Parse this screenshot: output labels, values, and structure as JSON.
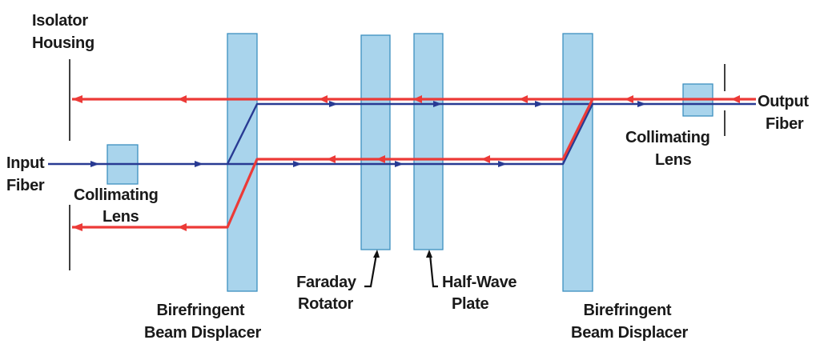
{
  "colors": {
    "forward_beam": "#283a93",
    "backward_beam": "#ec3a37",
    "component_fill": "#a9d4ec",
    "component_stroke": "#3c8fc0",
    "label_text": "#1a1a1a"
  },
  "labels": {
    "isolator_housing": [
      "Isolator",
      "Housing"
    ],
    "input_fiber": [
      "Input",
      "Fiber"
    ],
    "input_lens": [
      "Collimating",
      "Lens"
    ],
    "output_fiber": [
      "Output",
      "Fiber"
    ],
    "output_lens": [
      "Collimating",
      "Lens"
    ],
    "faraday_rotator": [
      "Faraday",
      "Rotator"
    ],
    "half_wave_plate": [
      "Half-Wave",
      "Plate"
    ],
    "displacer_left": [
      "Birefringent",
      "Beam Displacer"
    ],
    "displacer_right": [
      "Birefringent",
      "Beam Displacer"
    ]
  }
}
